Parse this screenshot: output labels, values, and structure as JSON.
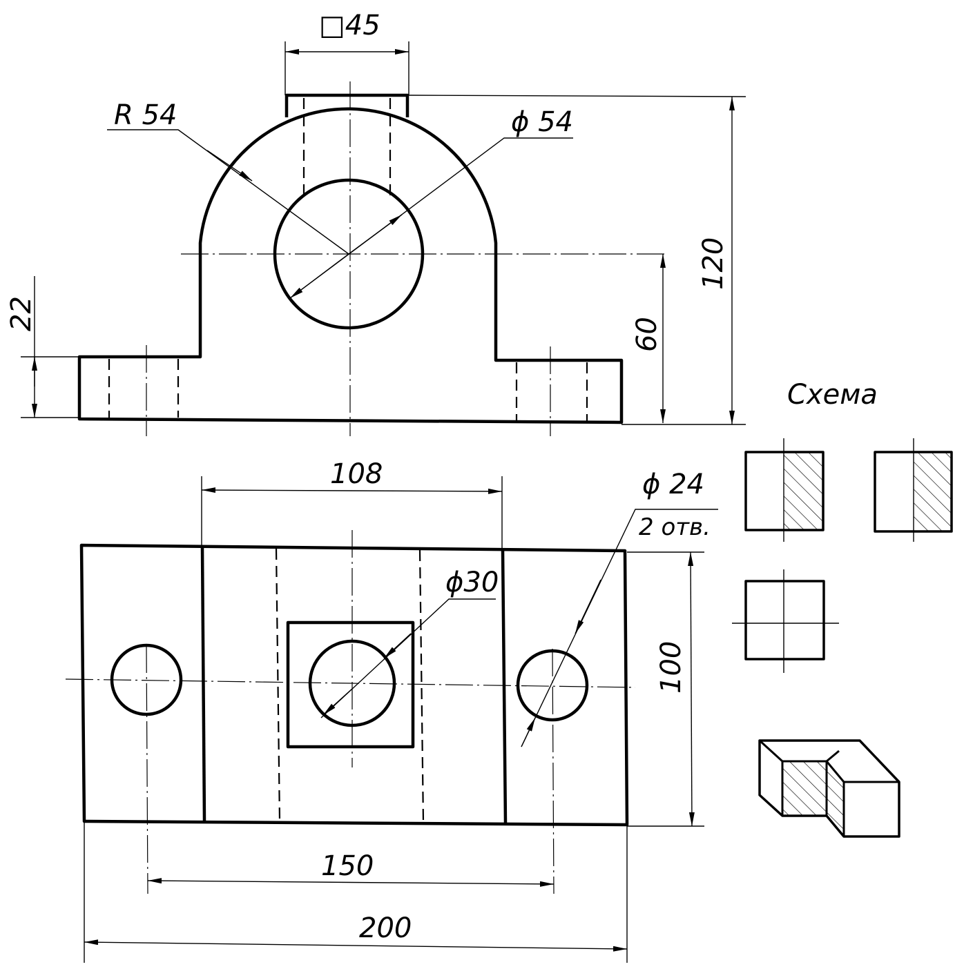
{
  "front_view": {
    "dim_square": "□45",
    "dim_radius": "R 54",
    "dim_bore": "ϕ 54",
    "dim_height_total": "120",
    "dim_height_axis": "60",
    "dim_foot_height": "22"
  },
  "top_view": {
    "dim_inner_width": "108",
    "dim_holes": "ϕ 24",
    "dim_holes_count": "2 отв.",
    "dim_center_hole": "ϕ30",
    "dim_depth": "100",
    "dim_hole_spacing": "150",
    "dim_total_length": "200"
  },
  "scheme": {
    "title": "Схема"
  }
}
